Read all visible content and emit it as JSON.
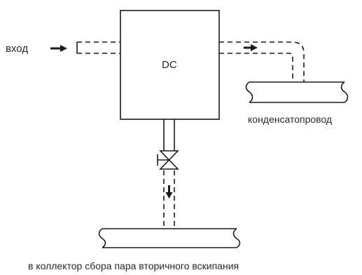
{
  "diagram": {
    "labels": {
      "inlet": "вход",
      "vessel": "DC",
      "condensate_line": "конденсатопровод",
      "flash_collector": "в коллектор сбора пара вторичного вскипания"
    },
    "colors": {
      "line": "#1a1a1a",
      "text": "#2a2a2a",
      "background": "#ffffff"
    }
  }
}
